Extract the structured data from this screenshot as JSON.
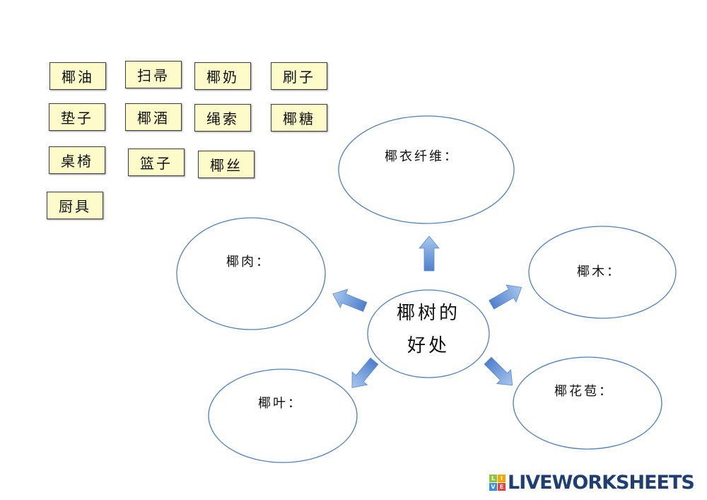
{
  "cards": [
    "椰油",
    "扫帚",
    "椰奶",
    "刷子",
    "垫子",
    "椰酒",
    "绳索",
    "椰糖",
    "桌椅",
    "篮子",
    "椰丝",
    "厨具"
  ],
  "center": {
    "line1": "椰树的",
    "line2": "好处"
  },
  "bubbles": {
    "top": "椰衣纤维：",
    "left": "椰肉：",
    "right": "椰木：",
    "bottom_left": "椰叶：",
    "bottom_right": "椰花苞："
  },
  "logo": {
    "letters": [
      "L",
      "I",
      "V",
      "E"
    ],
    "text": "LIVEWORKSHEETS",
    "colors": [
      "#8cc63f",
      "#f7a600",
      "#3a8fd8",
      "#e8413c"
    ]
  }
}
